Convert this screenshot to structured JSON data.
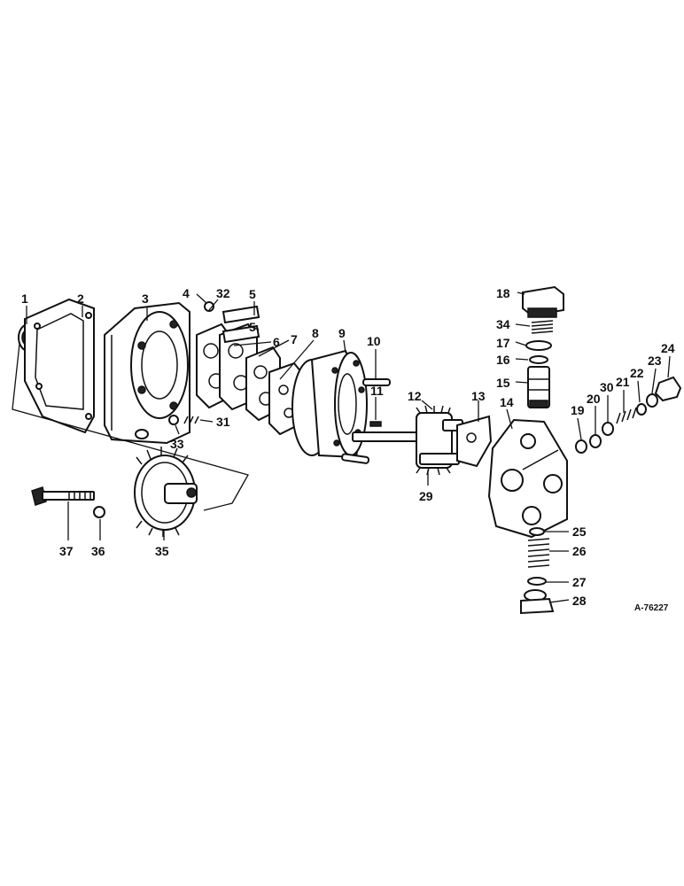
{
  "diagram": {
    "reference_code": "A-76227",
    "callouts": [
      {
        "id": "c1",
        "label": "1"
      },
      {
        "id": "c2",
        "label": "2"
      },
      {
        "id": "c3",
        "label": "3"
      },
      {
        "id": "c4",
        "label": "4"
      },
      {
        "id": "c32",
        "label": "32"
      },
      {
        "id": "c5a",
        "label": "5"
      },
      {
        "id": "c5b",
        "label": "5"
      },
      {
        "id": "c6",
        "label": "6"
      },
      {
        "id": "c7",
        "label": "7"
      },
      {
        "id": "c8",
        "label": "8"
      },
      {
        "id": "c9",
        "label": "9"
      },
      {
        "id": "c10",
        "label": "10"
      },
      {
        "id": "c11",
        "label": "11"
      },
      {
        "id": "c12",
        "label": "12"
      },
      {
        "id": "c13",
        "label": "13"
      },
      {
        "id": "c14",
        "label": "14"
      },
      {
        "id": "c18",
        "label": "18"
      },
      {
        "id": "c34",
        "label": "34"
      },
      {
        "id": "c17",
        "label": "17"
      },
      {
        "id": "c16",
        "label": "16"
      },
      {
        "id": "c15",
        "label": "15"
      },
      {
        "id": "c19",
        "label": "19"
      },
      {
        "id": "c20",
        "label": "20"
      },
      {
        "id": "c30",
        "label": "30"
      },
      {
        "id": "c21",
        "label": "21"
      },
      {
        "id": "c22",
        "label": "22"
      },
      {
        "id": "c23",
        "label": "23"
      },
      {
        "id": "c24",
        "label": "24"
      },
      {
        "id": "c31",
        "label": "31"
      },
      {
        "id": "c33",
        "label": "33"
      },
      {
        "id": "c29",
        "label": "29"
      },
      {
        "id": "c25",
        "label": "25"
      },
      {
        "id": "c26",
        "label": "26"
      },
      {
        "id": "c27",
        "label": "27"
      },
      {
        "id": "c28",
        "label": "28"
      },
      {
        "id": "c37",
        "label": "37"
      },
      {
        "id": "c36",
        "label": "36"
      },
      {
        "id": "c35",
        "label": "35"
      }
    ]
  }
}
